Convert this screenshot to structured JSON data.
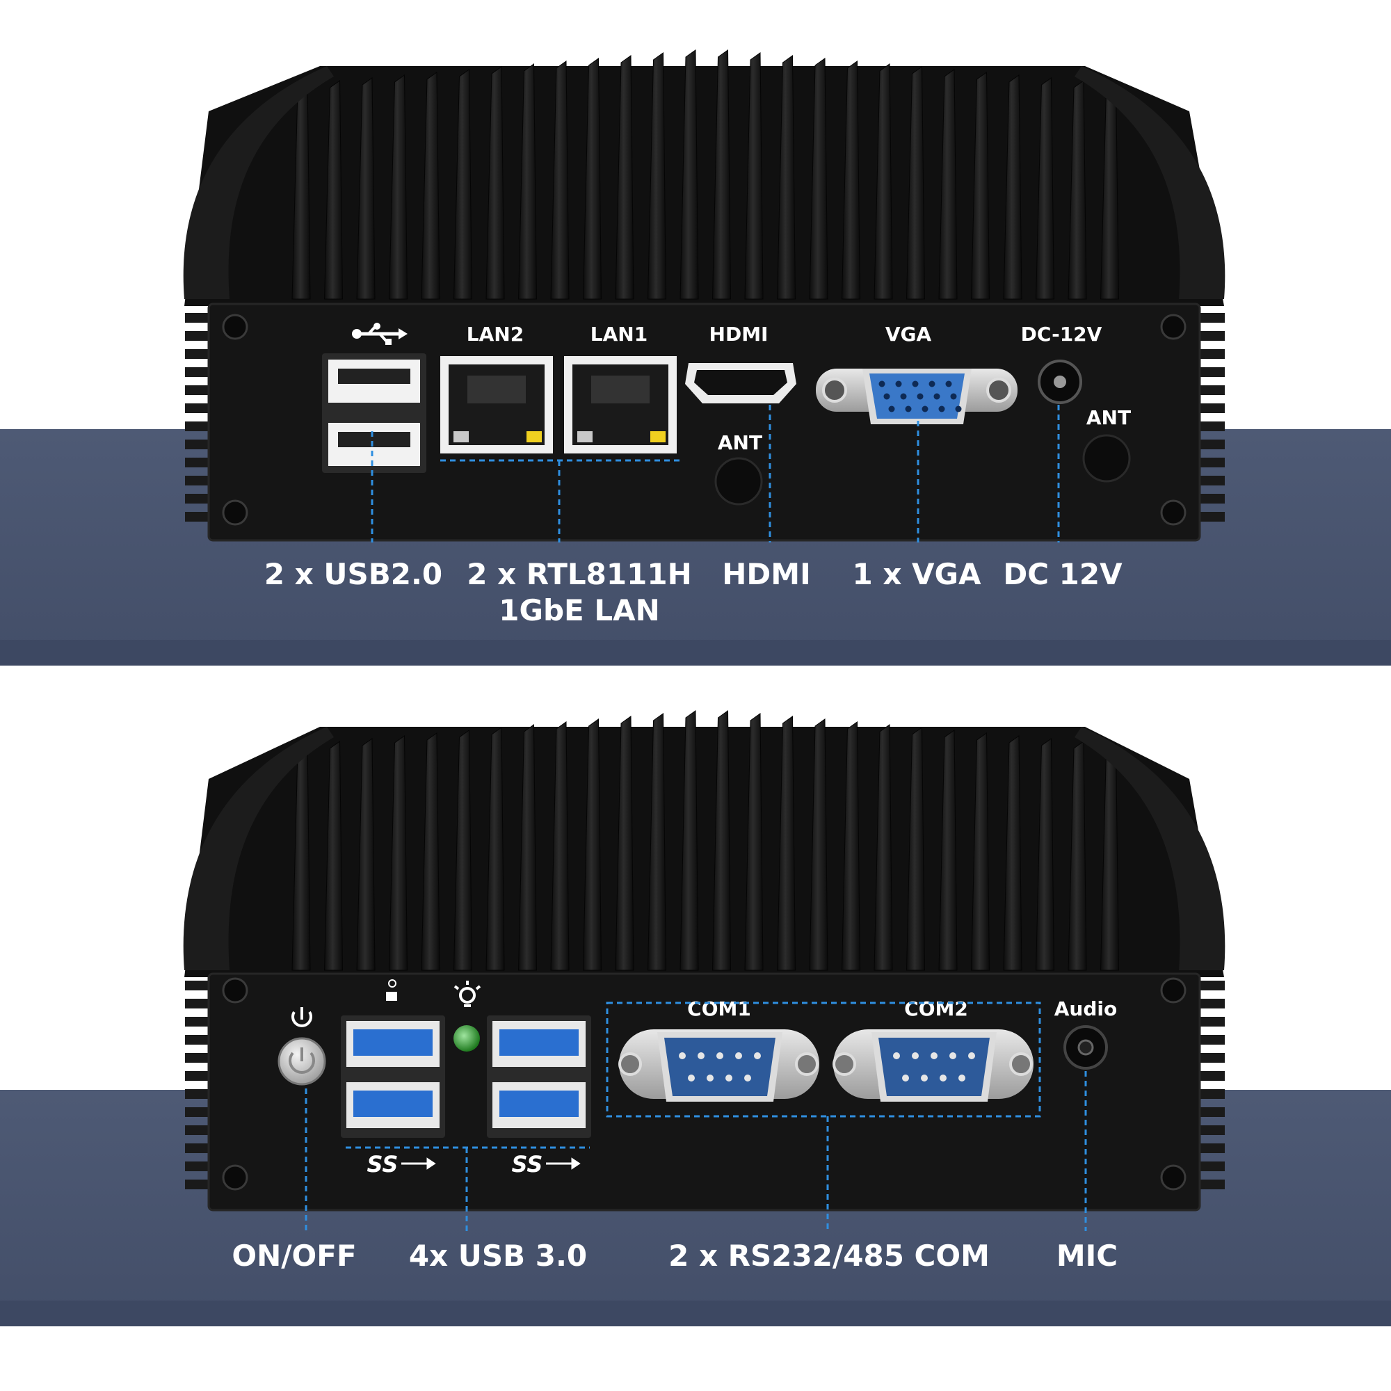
{
  "colors": {
    "band": "#4a5570",
    "band_edge": "#3a4560",
    "chassis": "#141414",
    "fin": "#1e1e1e",
    "callout": "#2f8fe0",
    "usb3_blue": "#2a6fd0",
    "db9_blue": "#2d5a9a",
    "vga_blue": "#3a78c8",
    "led_green": "#3aa03a",
    "led_yellow": "#f0d020"
  },
  "top_panel": {
    "port_labels": {
      "usb_icon": "usb-icon",
      "lan2": "LAN2",
      "lan1": "LAN1",
      "hdmi": "HDMI",
      "vga": "VGA",
      "dc": "DC-12V",
      "ant_left": "ANT",
      "ant_right": "ANT"
    },
    "captions": {
      "usb": "2 x USB2.0",
      "lan_line1": "2 x RTL8111H",
      "lan_line2": "1GbE LAN",
      "hdmi": "HDMI",
      "vga": "1 x VGA",
      "dc": "DC 12V"
    }
  },
  "bottom_panel": {
    "port_labels": {
      "power_icon": "power-icon",
      "hdd_icon": "hdd-led-icon",
      "led_icon": "power-led-icon",
      "com1": "COM1",
      "com2": "COM2",
      "audio": "Audio",
      "ss_left": "SS",
      "ss_right": "SS"
    },
    "captions": {
      "power": "ON/OFF",
      "usb3": "4x USB 3.0",
      "com": "2 x RS232/485 COM",
      "mic": "MIC"
    }
  }
}
